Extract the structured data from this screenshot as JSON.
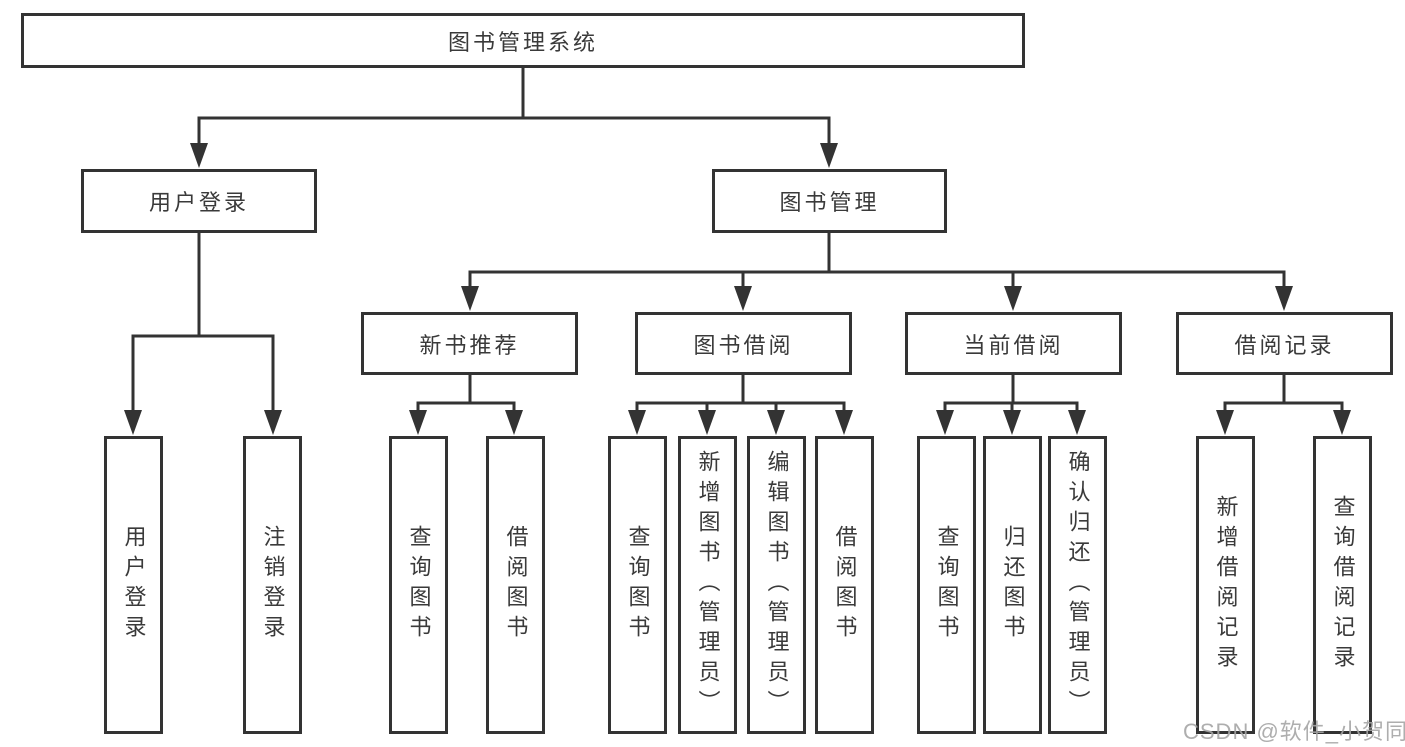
{
  "tree": {
    "label": "图书管理系统",
    "children": [
      {
        "label": "用户登录",
        "children": [
          {
            "label": "用户登录"
          },
          {
            "label": "注销登录"
          }
        ]
      },
      {
        "label": "图书管理",
        "children": [
          {
            "label": "新书推荐",
            "children": [
              {
                "label": "查询图书"
              },
              {
                "label": "借阅图书"
              }
            ]
          },
          {
            "label": "图书借阅",
            "children": [
              {
                "label": "查询图书"
              },
              {
                "label": "新增图书（管理员）"
              },
              {
                "label": "编辑图书（管理员）"
              },
              {
                "label": "借阅图书"
              }
            ]
          },
          {
            "label": "当前借阅",
            "children": [
              {
                "label": "查询图书"
              },
              {
                "label": "归还图书"
              },
              {
                "label": "确认归还（管理员）"
              }
            ]
          },
          {
            "label": "借阅记录",
            "children": [
              {
                "label": "新增借阅记录"
              },
              {
                "label": "查询借阅记录"
              }
            ]
          }
        ]
      }
    ]
  },
  "watermark": "CSDN @软件_小贺同学",
  "colors": {
    "line": "#333333",
    "box_border": "#333333",
    "text": "#3a3a3a",
    "watermark": "#a5a5a5",
    "background": "#ffffff"
  }
}
